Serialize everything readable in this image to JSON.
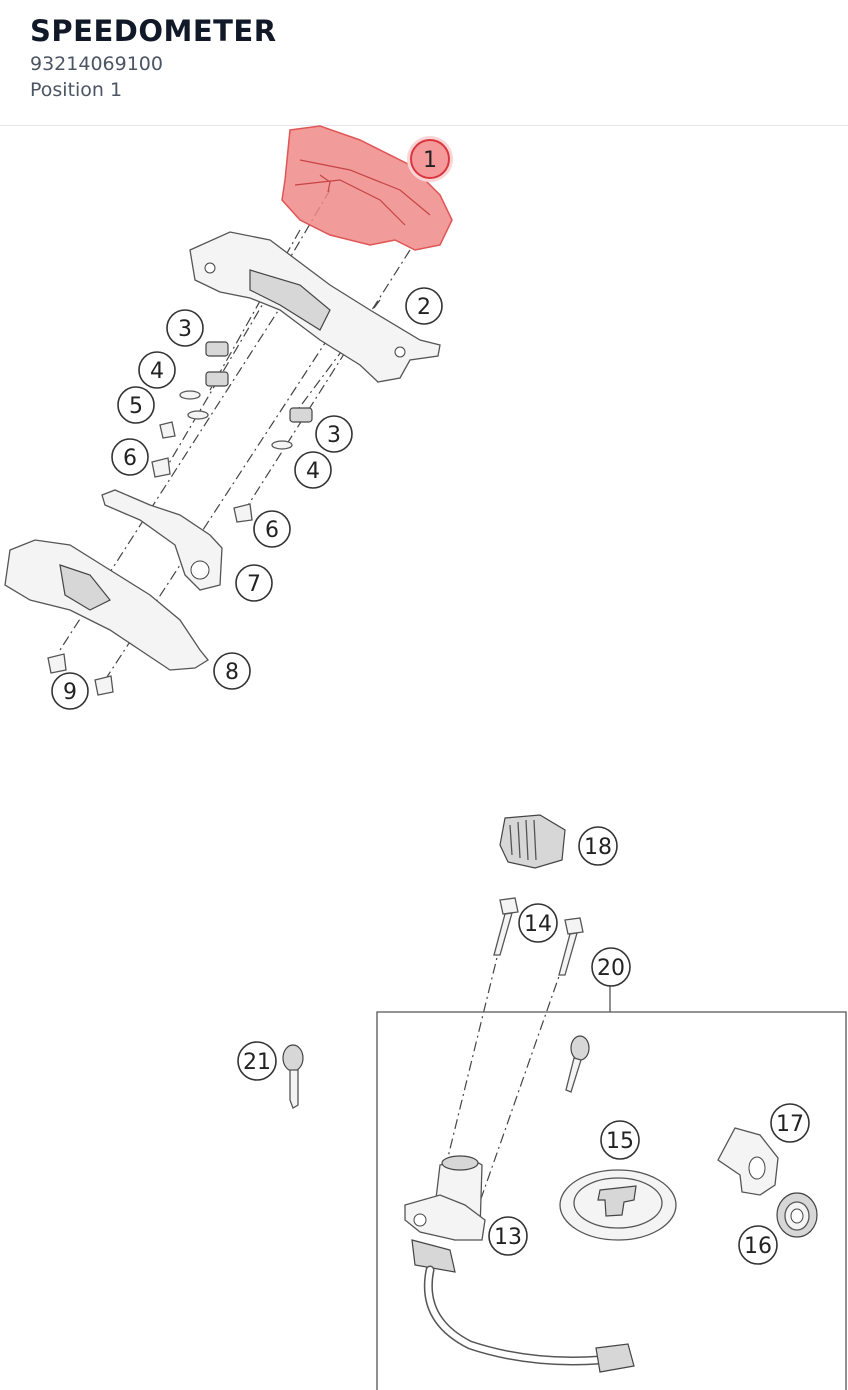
{
  "header": {
    "title": "SPEEDOMETER",
    "part_number": "93214069100",
    "position": "Position 1"
  },
  "diagram": {
    "selected_position": "1",
    "callouts": [
      "1",
      "2",
      "3",
      "4",
      "5",
      "6",
      "3",
      "4",
      "6",
      "7",
      "8",
      "9",
      "18",
      "14",
      "20",
      "21",
      "13",
      "15",
      "17",
      "16"
    ]
  },
  "colors": {
    "highlight": "#f08a8a",
    "highlight_stroke": "#d9363e",
    "title": "#111827",
    "subtitle": "#4b5563"
  }
}
